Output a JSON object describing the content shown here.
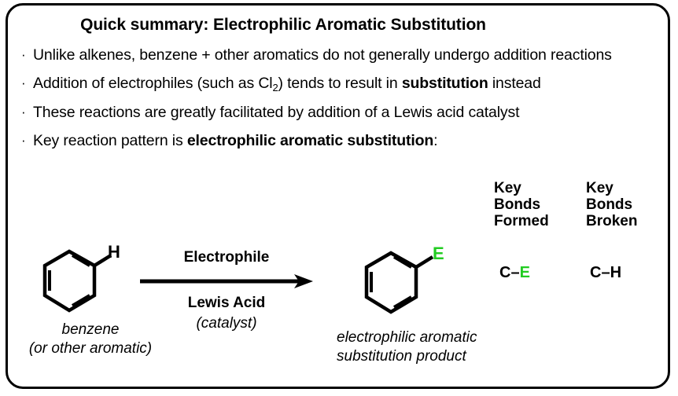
{
  "slide": {
    "title": "Quick summary: Electrophilic Aromatic Substitution",
    "border_color": "#000000",
    "background_color": "#ffffff",
    "accent_color": "#22cc22"
  },
  "bullets": [
    {
      "marker": "·",
      "pre": "Unlike alkenes,  benzene + other aromatics do not generally undergo addition reactions",
      "text_plain": "Unlike alkenes,  benzene + other aromatics do not generally undergo addition reactions"
    },
    {
      "marker": "·",
      "part1": "Addition of electrophiles (such as Cl",
      "subscript": "2",
      "part2": ") tends to result in ",
      "bold": "substitution",
      "part3": " instead",
      "text_plain": "Addition of electrophiles (such as Cl2) tends to result in substitution instead"
    },
    {
      "marker": "·",
      "text_plain": "These reactions are greatly facilitated by addition of a Lewis acid catalyst"
    },
    {
      "marker": "·",
      "part1": "Key reaction pattern is ",
      "bold": "electrophilic aromatic substitution",
      "part2": ":",
      "text_plain": "Key reaction pattern is electrophilic aromatic substitution:"
    }
  ],
  "scheme": {
    "reactant": {
      "structure_name": "benzene-ring",
      "substituent": "H",
      "label_line1": "benzene",
      "label_line2": "(or other aromatic)"
    },
    "arrow": {
      "reagent_above": "Electrophile",
      "reagent_below": "Lewis Acid",
      "reagent_below_note": "(catalyst)"
    },
    "product": {
      "structure_name": "benzene-ring",
      "substituent": "E",
      "substituent_color": "#22cc22",
      "label_line1": "electrophilic aromatic",
      "label_line2": "substitution product"
    }
  },
  "bonds_table": {
    "formed": {
      "head_line1": "Key",
      "head_line2": "Bonds",
      "head_line3": "Formed",
      "value_left": "C–",
      "value_right": "E",
      "value_plain": "C–E"
    },
    "broken": {
      "head_line1": "Key",
      "head_line2": "Bonds",
      "head_line3": "Broken",
      "value_plain": "C–H"
    }
  }
}
